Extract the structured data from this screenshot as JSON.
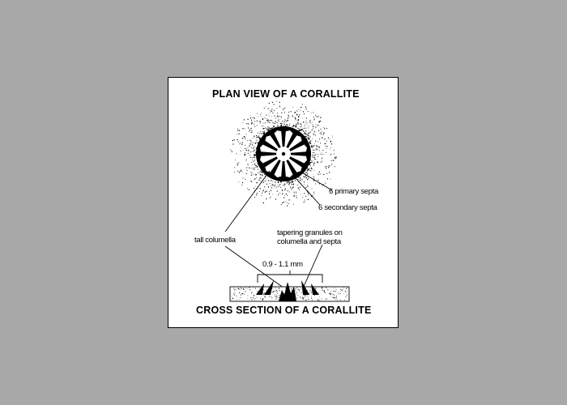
{
  "diagram": {
    "title_top": "PLAN VIEW OF A CORALLITE",
    "title_bottom": "CROSS SECTION OF A CORALLITE",
    "labels": {
      "primary_septa": "6 primary septa",
      "secondary_septa": "6 secondary septa",
      "tall_columella": "tall columella",
      "granules_line1": "tapering granules on",
      "granules_line2": "columella and septa",
      "measurement": "0.9 - 1.1 mm"
    }
  },
  "colors": {
    "background": "#a8a8a8",
    "panel": "#ffffff",
    "ink": "#000000"
  }
}
